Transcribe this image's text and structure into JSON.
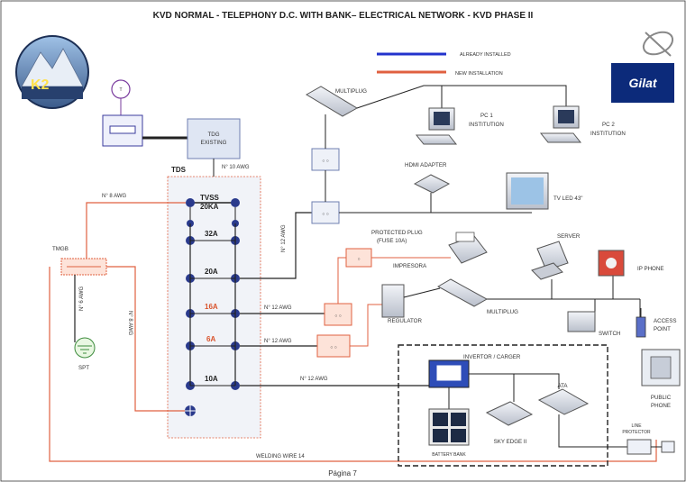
{
  "title": "KVD NORMAL - TELEPHONY D.C. WITH BANK– ELECTRICAL NETWORK - KVD PHASE II",
  "legend": {
    "already_installed": "ALREADY INSTALLED",
    "new_installation": "NEW INSTALLATION",
    "blue": "#2233cc",
    "red": "#e06040"
  },
  "logos": {
    "k2_text": "K2",
    "gilat_text": "Gilat"
  },
  "tds": {
    "label": "TDS",
    "breakers": {
      "tvss": "TVSS",
      "tvss_rating": "20KA",
      "b32": "32A",
      "b20": "20A",
      "b16": "16A",
      "b6": "6A",
      "b10": "10A"
    }
  },
  "labels": {
    "tdg": "TDG",
    "tdg_existing": "EXISTING",
    "tmgb": "TMGB",
    "spt": "SPT",
    "multiplug_top": "MULTIPLUG",
    "multiplug_mid": "MULTIPLUG",
    "pc1_line1": "PC 1",
    "pc1_line2": "INSTITUTION",
    "pc2_line1": "PC 2",
    "pc2_line2": "INSTITUTION",
    "hdmi": "HDMI ADAPTER",
    "tv": "TV LED 43\"",
    "protected_line1": "PROTECTED PLUG",
    "protected_line2": "(FUSE 10A)",
    "impresora": "IMPRESORA",
    "server": "SERVER",
    "ip_phone": "IP PHONE",
    "regulator": "REGULATOR",
    "switch": "SWITCH",
    "access_line1": "ACCESS",
    "access_line2": "POINT",
    "inverter": "INVERTOR / CARGER",
    "ata": "ATA",
    "sky_edge": "SKY EDGE II",
    "battery_bank": "BATTERY BANK",
    "public_line1": "PUBLIC",
    "public_line2": "PHONE",
    "line_line1": "LINE",
    "line_line2": "PROTECTOR",
    "welding": "WELDING WIRE 14",
    "page": "Página 7"
  },
  "awg": {
    "tdg_tds": "N° 10 AWG",
    "n8_top": "N° 8 AWG",
    "n12_vertical": "N° 12 AWG",
    "n12_20a": "N° 12 AWG",
    "n12_16a": "N° 12 AWG",
    "n12_6a": "N° 12 AWG",
    "n12_10a": "N° 12 AWG",
    "n6_spt": "N° 6 AWG",
    "n8_tmgb": "N° 8 AWG"
  }
}
